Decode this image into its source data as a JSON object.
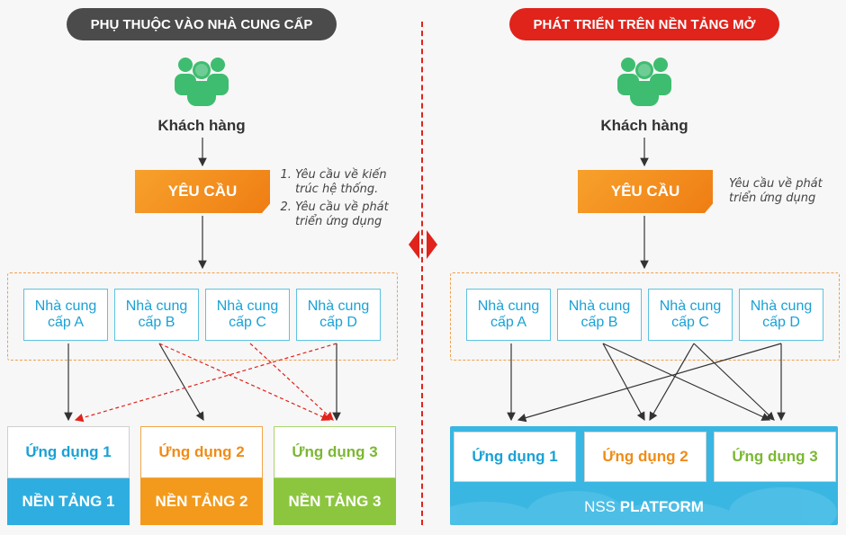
{
  "left": {
    "title": "PHỤ THUỘC VÀO NHÀ CUNG CẤP",
    "customer": "Khách hàng",
    "request": "YÊU CẦU",
    "notes": [
      "Yêu cầu về kiến trúc hệ thống.",
      "Yêu cầu về phát triển ứng dụng"
    ],
    "vendors": [
      "Nhà cung cấp A",
      "Nhà cung cấp B",
      "Nhà cung cấp C",
      "Nhà cung cấp D"
    ],
    "apps": [
      "Ứng dụng 1",
      "Ứng dụng 2",
      "Ứng dụng 3"
    ],
    "platforms": [
      "NỀN TẢNG 1",
      "NỀN TẢNG 2",
      "NỀN TẢNG 3"
    ]
  },
  "right": {
    "title": "PHÁT TRIỂN TRÊN NỀN TẢNG MỞ",
    "customer": "Khách hàng",
    "request": "YÊU CẦU",
    "note": "Yêu cầu về phát triển ứng dụng",
    "vendors": [
      "Nhà cung cấp A",
      "Nhà cung cấp B",
      "Nhà cung cấp C",
      "Nhà cung cấp D"
    ],
    "apps": [
      "Ứng dụng 1",
      "Ứng dụng 2",
      "Ứng dụng 3"
    ],
    "platform_prefix": "NSS",
    "platform_suffix": "PLATFORM"
  },
  "colors": {
    "dark": "#4b4b4b",
    "red": "#e0231b",
    "orange": "#f39a1c",
    "green": "#8cc63f",
    "blue": "#1aa1d6",
    "person": "#3ebd70"
  }
}
